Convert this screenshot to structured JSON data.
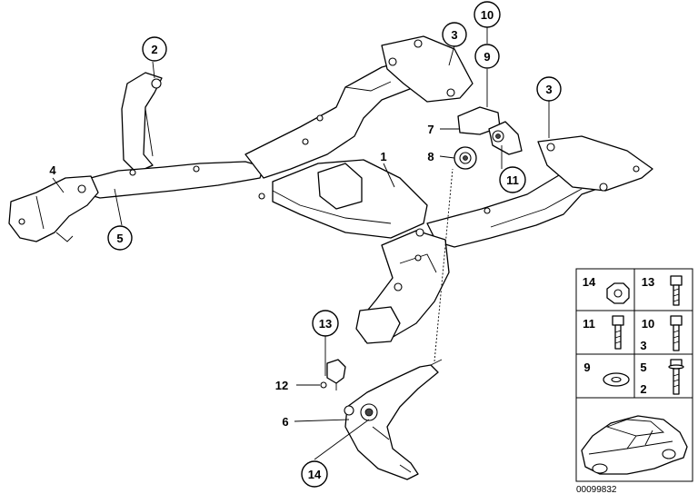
{
  "callouts": {
    "c1": "1",
    "c2": "2",
    "c3a": "3",
    "c3b": "3",
    "c4": "4",
    "c5": "5",
    "c6": "6",
    "c7": "7",
    "c8": "8",
    "c9": "9",
    "c10": "10",
    "c11": "11",
    "c12": "12",
    "c13": "13",
    "c14": "14"
  },
  "legend": {
    "r1_left": "14",
    "r1_right": "13",
    "r2_left": "11",
    "r2_right_top": "10",
    "r2_right_bottom": "3",
    "r3_left": "9",
    "r3_right_top": "5",
    "r3_right_bottom": "2"
  },
  "diagram_code": "00099832"
}
